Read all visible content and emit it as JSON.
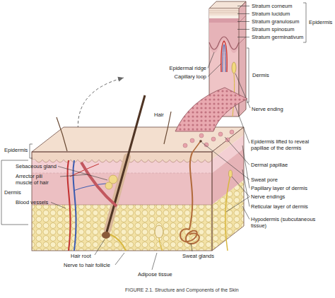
{
  "diagram": {
    "caption": "FIGURE 2.1. Structure and Components of the Skin",
    "labels": [
      "Stratum corneum",
      "Stratum lucidum",
      "Stratum granulosum",
      "Stratum spinosum",
      "Stratum germinativum",
      "Epidermis",
      "Epidermal ridge",
      "Capillary loop",
      "Dermis",
      "Nerve ending",
      "Hair",
      "Epidermis lifted to reveal papillae of the dermis",
      "Dermal papillae",
      "Sweat pore",
      "Papillary layer of dermis",
      "Nerve endings",
      "Reticular layer of dermis",
      "Hypodermis (subcutaneous tissue)",
      "Epidermis",
      "Dermis",
      "Sebaceous gland",
      "Arrector pili muscle of hair",
      "Blood vessels",
      "Hair root",
      "Nerve to hair follicle",
      "Adipose tissue",
      "Sweat glands"
    ]
  }
}
